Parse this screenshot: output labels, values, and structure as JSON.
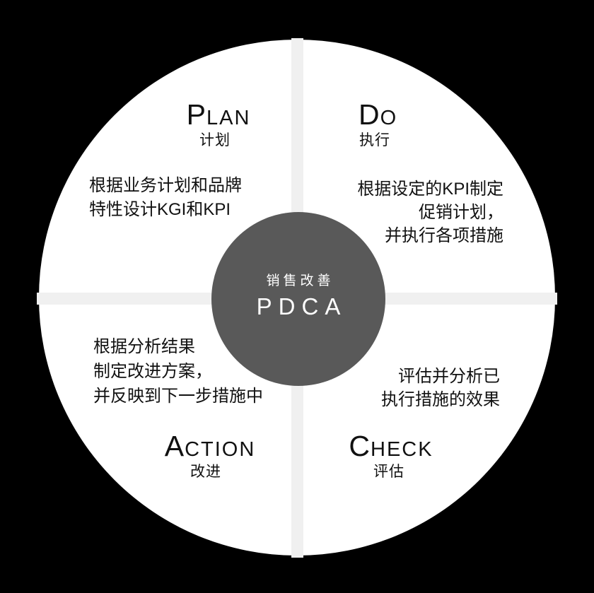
{
  "colors": {
    "background": "#000000",
    "wheel_fill": "#ffffff",
    "divider": "#f0f0f0",
    "hub_fill": "#595959",
    "hub_text": "#ffffff",
    "text": "#111111"
  },
  "hub": {
    "subtitle": "销售改善",
    "title": "PDCA"
  },
  "quadrants": {
    "plan": {
      "initial": "P",
      "rest": "LAN",
      "label_cn": "计划",
      "lines": [
        "根据业务计划和品牌",
        "特性设计KGI和KPI"
      ]
    },
    "do": {
      "initial": "D",
      "rest": "O",
      "label_cn": "执行",
      "lines": [
        "根据设定的KPI制定",
        "促销计划，",
        "并执行各项措施"
      ]
    },
    "check": {
      "initial": "C",
      "rest": "HECK",
      "label_cn": "评估",
      "lines": [
        "评估并分析已",
        "执行措施的效果"
      ]
    },
    "action": {
      "initial": "A",
      "rest": "CTION",
      "label_cn": "改进",
      "lines": [
        "根据分析结果",
        "制定改进方案，",
        "并反映到下一步措施中"
      ]
    }
  }
}
